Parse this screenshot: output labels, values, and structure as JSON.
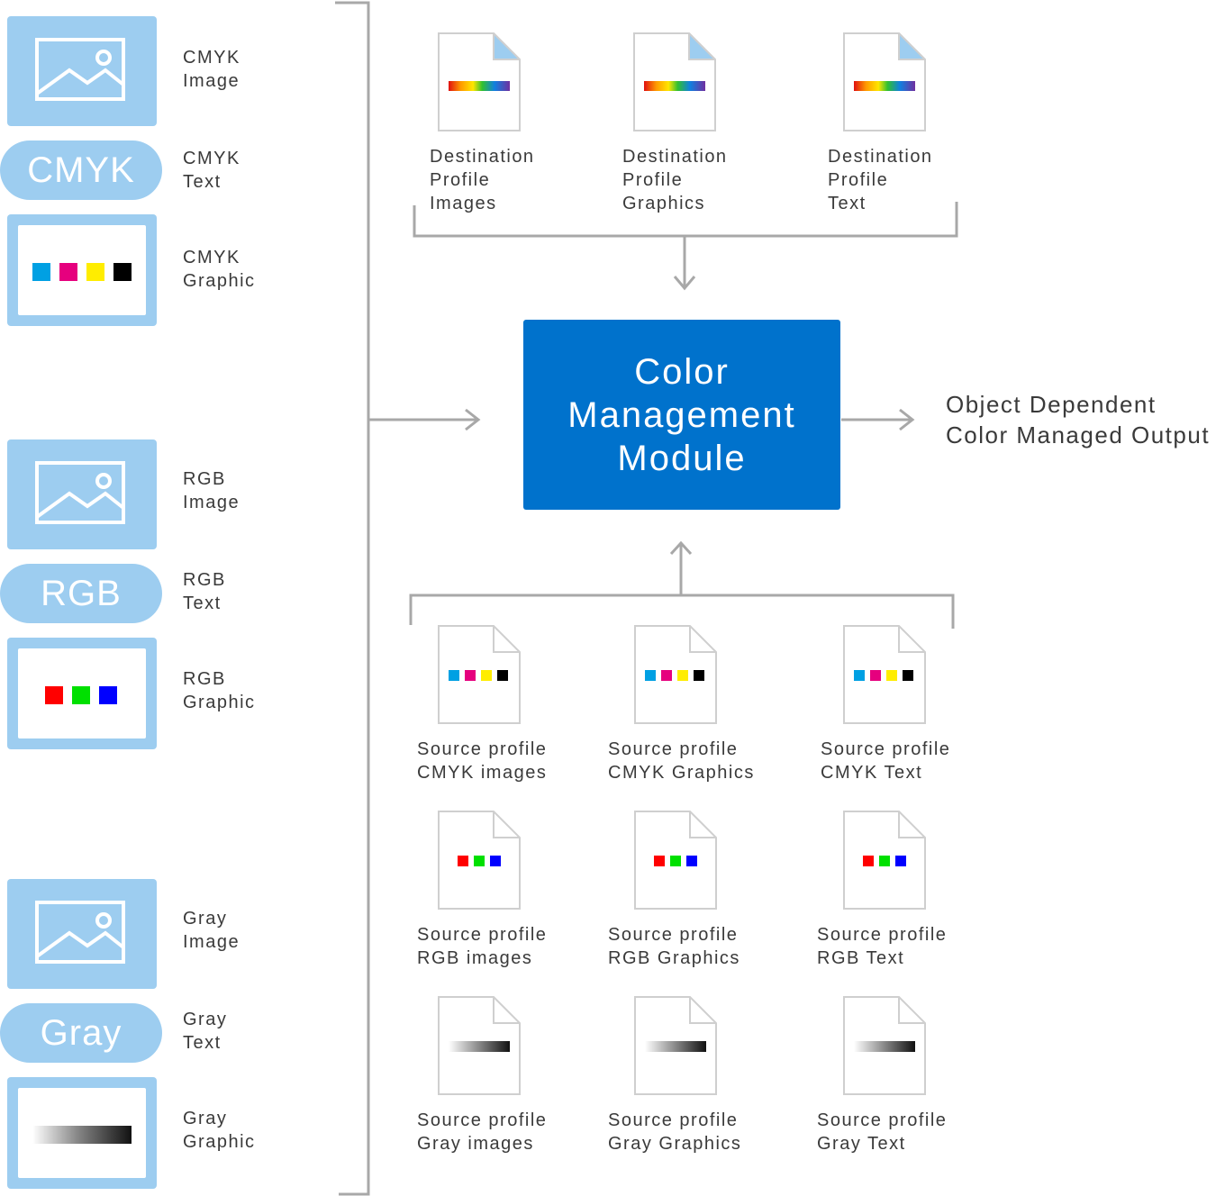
{
  "inputs": [
    {
      "kind": "image",
      "line1": "CMYK",
      "line2": "Image"
    },
    {
      "kind": "text",
      "pill": "CMYK",
      "line1": "CMYK",
      "line2": "Text"
    },
    {
      "kind": "graphic",
      "line1": "CMYK",
      "line2": "Graphic"
    },
    {
      "kind": "image",
      "line1": "RGB",
      "line2": "Image"
    },
    {
      "kind": "text",
      "pill": "RGB",
      "line1": "RGB",
      "line2": "Text"
    },
    {
      "kind": "graphic",
      "line1": "RGB",
      "line2": "Graphic"
    },
    {
      "kind": "image",
      "line1": "Gray",
      "line2": "Image"
    },
    {
      "kind": "text",
      "pill": "Gray",
      "line1": "Gray",
      "line2": "Text"
    },
    {
      "kind": "graphic",
      "line1": "Gray",
      "line2": "Graphic"
    }
  ],
  "destination_profiles": [
    {
      "line1": "Destination",
      "line2": "Profile",
      "line3": "Images"
    },
    {
      "line1": "Destination",
      "line2": "Profile",
      "line3": "Graphics"
    },
    {
      "line1": "Destination",
      "line2": "Profile",
      "line3": "Text"
    }
  ],
  "cmm": {
    "line1": "Color",
    "line2": "Management",
    "line3": "Module"
  },
  "output": {
    "line1": "Object Dependent",
    "line2": "Color Managed Output"
  },
  "source_profiles": {
    "cmyk": [
      {
        "line1": "Source profile",
        "line2": "CMYK images"
      },
      {
        "line1": "Source profile",
        "line2": "CMYK Graphics"
      },
      {
        "line1": "Source profile",
        "line2": "CMYK Text"
      }
    ],
    "rgb": [
      {
        "line1": "Source profile",
        "line2": "RGB images"
      },
      {
        "line1": "Source profile",
        "line2": "RGB Graphics"
      },
      {
        "line1": "Source profile",
        "line2": "RGB Text"
      }
    ],
    "gray": [
      {
        "line1": "Source profile",
        "line2": "Gray images"
      },
      {
        "line1": "Source profile",
        "line2": "Gray Graphics"
      },
      {
        "line1": "Source profile",
        "line2": "Gray Text"
      }
    ]
  },
  "colors": {
    "tile": "#9dcdf0",
    "cmm": "#0072cc",
    "connector": "#a8a8a8",
    "cyan": "#00a0e3",
    "magenta": "#e6007e",
    "yellow": "#ffed00",
    "black": "#000000",
    "red": "#ff0000",
    "green": "#00e000",
    "blue": "#0000ff"
  },
  "icons": [
    "picture-icon",
    "document-icon",
    "spectrum-swatch",
    "cmyk-swatches",
    "rgb-swatches",
    "gray-gradient"
  ]
}
